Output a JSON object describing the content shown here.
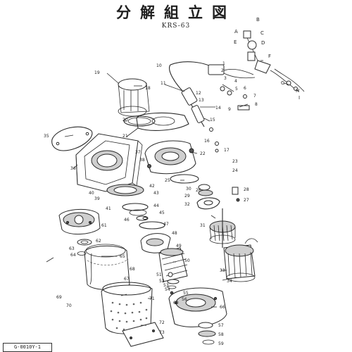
{
  "header": {
    "title": "分解組立図",
    "model": "KRS-63"
  },
  "footer": {
    "drawing_code": "G-0010Y-1"
  },
  "callouts": {
    "letters": [
      "A",
      "B",
      "C",
      "D",
      "E",
      "F",
      "G",
      "H",
      "I"
    ],
    "numbers": [
      "1",
      "2",
      "3",
      "4",
      "5",
      "6",
      "7",
      "8",
      "9",
      "10",
      "11",
      "12",
      "13",
      "14",
      "15",
      "16",
      "17",
      "18",
      "19",
      "20",
      "21",
      "22",
      "23",
      "24",
      "25",
      "26",
      "27",
      "28",
      "29",
      "30",
      "31",
      "32",
      "33",
      "34",
      "35",
      "36",
      "37",
      "38",
      "39",
      "40",
      "41",
      "42",
      "43",
      "44",
      "45",
      "46",
      "47",
      "48",
      "49",
      "50",
      "51",
      "52",
      "53",
      "54",
      "55",
      "56",
      "57",
      "58",
      "59",
      "60",
      "61",
      "62",
      "63",
      "64",
      "65",
      "66",
      "67",
      "68",
      "69",
      "70",
      "71",
      "72",
      "73"
    ]
  }
}
